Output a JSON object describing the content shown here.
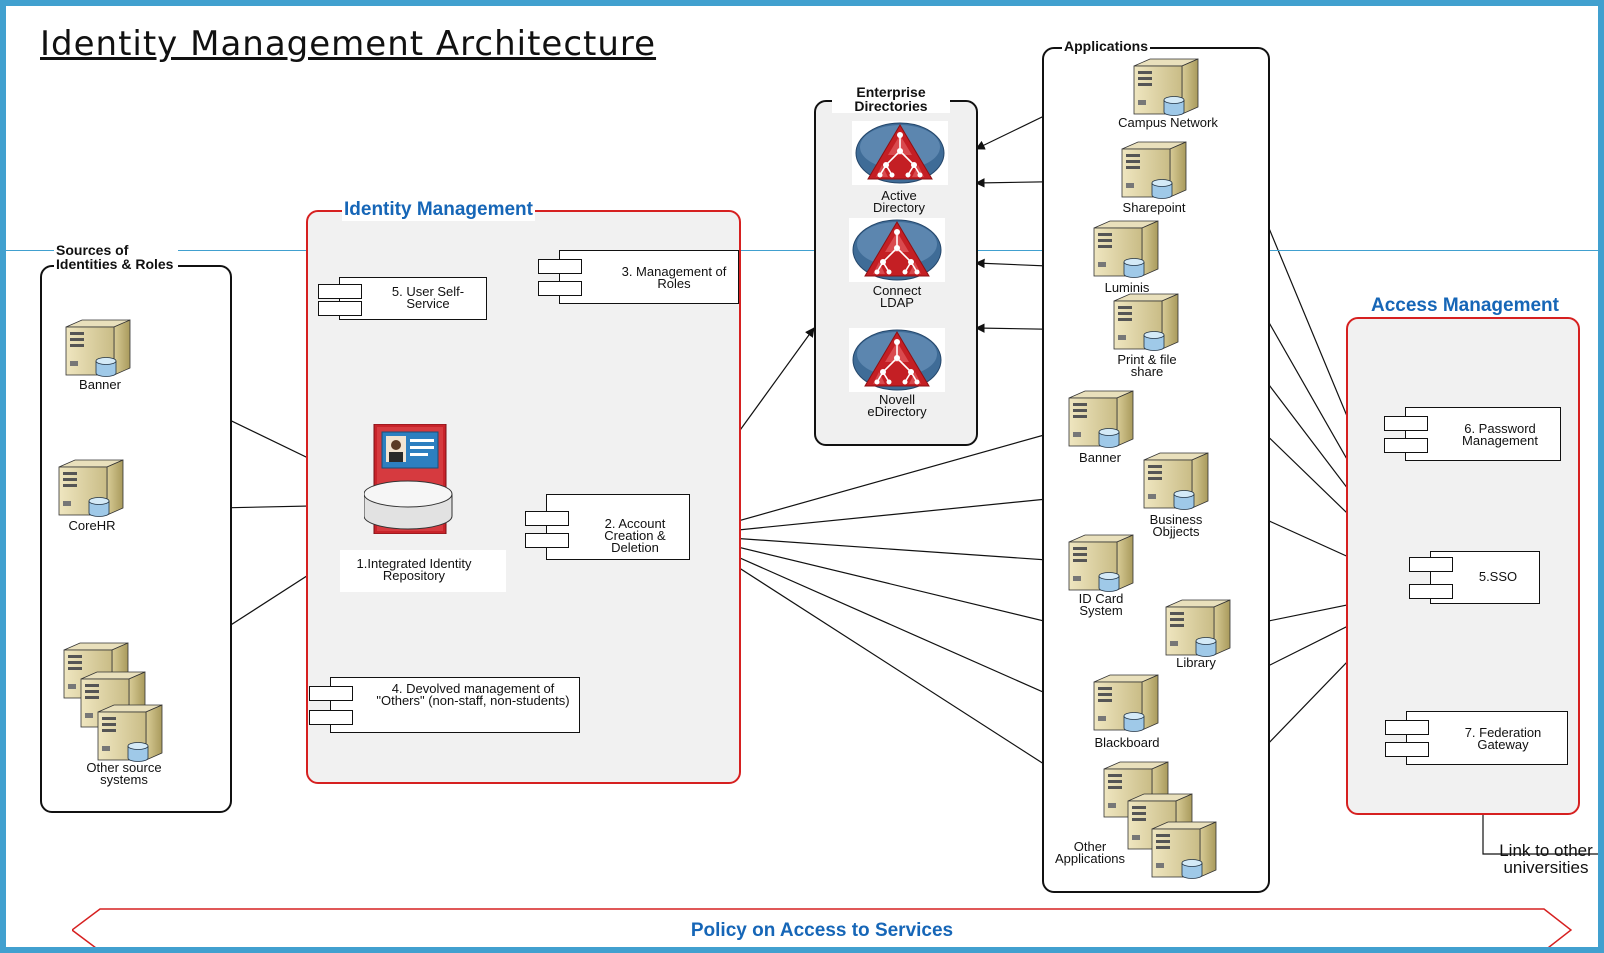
{
  "title": "Identity Management Architecture",
  "groups": {
    "sources": "Sources of Identities & Roles",
    "identity_management": "Identity Management",
    "enterprise_directories": "Enterprise Directories",
    "applications": "Applications",
    "access_management": "Access Management"
  },
  "sources": {
    "banner": "Banner",
    "corehr": "CoreHR",
    "other": "Other source systems"
  },
  "idm": {
    "repository": "1.Integrated Identity Repository",
    "account": "2. Account Creation & Deletion",
    "roles": "3. Management of Roles",
    "devolved": "4. Devolved management of \"Others\" (non-staff, non-students)",
    "self_service": "5. User Self-Service"
  },
  "directories": {
    "ad": "Active Directory",
    "ldap": "Connect LDAP",
    "novell": "Novell eDirectory"
  },
  "applications": {
    "campus": "Campus Network",
    "sharepoint": "Sharepoint",
    "luminis": "Luminis",
    "print": "Print & file share",
    "banner": "Banner",
    "bo": "Business Objjects",
    "idcard": "ID Card System",
    "library": "Library",
    "blackboard": "Blackboard",
    "other": "Other Applications"
  },
  "access": {
    "password": "6. Password Management",
    "sso": "5.SSO",
    "federation": "7. Federation Gateway"
  },
  "link_other": "Link to other universities",
  "policy": "Policy on Access to Services",
  "colors": {
    "frame": "#41a0cf",
    "red": "#d62020",
    "blue": "#1666b7",
    "server": "#ded4a7",
    "logo": "#c41f24"
  }
}
